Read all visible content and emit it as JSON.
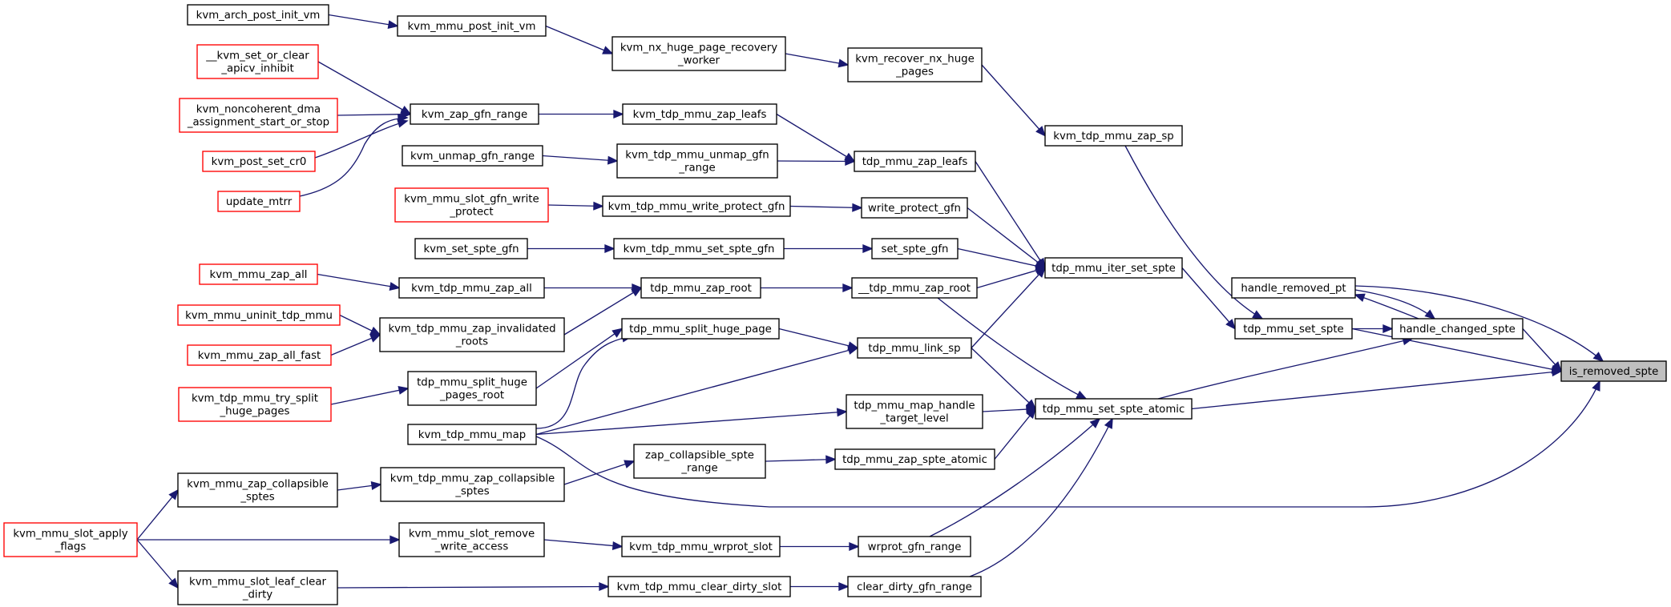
{
  "graph": {
    "colors": {
      "edge": "#191970",
      "node_border": "#000000",
      "truncated_border": "#ff0000",
      "root_fill": "#bfbfbf",
      "node_fill": "#ffffff"
    },
    "nodes": [
      {
        "id": "n0",
        "lines": [
          "kvm_arch_post_init_vm"
        ],
        "style": "normal"
      },
      {
        "id": "n1",
        "lines": [
          "kvm_mmu_post_init_vm"
        ],
        "style": "normal"
      },
      {
        "id": "n2",
        "lines": [
          "kvm_nx_huge_page_recovery",
          "_worker"
        ],
        "style": "normal"
      },
      {
        "id": "n3",
        "lines": [
          "kvm_recover_nx_huge",
          "_pages"
        ],
        "style": "normal"
      },
      {
        "id": "n4",
        "lines": [
          "__kvm_set_or_clear",
          "_apicv_inhibit"
        ],
        "style": "truncated"
      },
      {
        "id": "n5",
        "lines": [
          "kvm_noncoherent_dma",
          "_assignment_start_or_stop"
        ],
        "style": "truncated"
      },
      {
        "id": "n6",
        "lines": [
          "kvm_post_set_cr0"
        ],
        "style": "truncated"
      },
      {
        "id": "n7",
        "lines": [
          "update_mtrr"
        ],
        "style": "truncated"
      },
      {
        "id": "n8",
        "lines": [
          "kvm_zap_gfn_range"
        ],
        "style": "normal"
      },
      {
        "id": "n9",
        "lines": [
          "kvm_tdp_mmu_zap_leafs"
        ],
        "style": "normal"
      },
      {
        "id": "n10",
        "lines": [
          "kvm_unmap_gfn_range"
        ],
        "style": "normal"
      },
      {
        "id": "n11",
        "lines": [
          "kvm_tdp_mmu_unmap_gfn",
          "_range"
        ],
        "style": "normal"
      },
      {
        "id": "n12",
        "lines": [
          "tdp_mmu_zap_leafs"
        ],
        "style": "normal"
      },
      {
        "id": "n13",
        "lines": [
          "kvm_tdp_mmu_zap_sp"
        ],
        "style": "normal"
      },
      {
        "id": "n14",
        "lines": [
          "kvm_mmu_slot_gfn_write",
          "_protect"
        ],
        "style": "truncated"
      },
      {
        "id": "n15",
        "lines": [
          "kvm_tdp_mmu_write_protect_gfn"
        ],
        "style": "normal"
      },
      {
        "id": "n16",
        "lines": [
          "write_protect_gfn"
        ],
        "style": "normal"
      },
      {
        "id": "n17",
        "lines": [
          "kvm_set_spte_gfn"
        ],
        "style": "normal"
      },
      {
        "id": "n18",
        "lines": [
          "kvm_tdp_mmu_set_spte_gfn"
        ],
        "style": "normal"
      },
      {
        "id": "n19",
        "lines": [
          "set_spte_gfn"
        ],
        "style": "normal"
      },
      {
        "id": "n20",
        "lines": [
          "tdp_mmu_iter_set_spte"
        ],
        "style": "normal"
      },
      {
        "id": "n21",
        "lines": [
          "kvm_mmu_zap_all"
        ],
        "style": "truncated"
      },
      {
        "id": "n22",
        "lines": [
          "kvm_tdp_mmu_zap_all"
        ],
        "style": "normal"
      },
      {
        "id": "n23",
        "lines": [
          "tdp_mmu_zap_root"
        ],
        "style": "normal"
      },
      {
        "id": "n24",
        "lines": [
          "__tdp_mmu_zap_root"
        ],
        "style": "normal"
      },
      {
        "id": "n25",
        "lines": [
          "handle_removed_pt"
        ],
        "style": "normal"
      },
      {
        "id": "n26",
        "lines": [
          "kvm_mmu_uninit_tdp_mmu"
        ],
        "style": "truncated"
      },
      {
        "id": "n27",
        "lines": [
          "kvm_tdp_mmu_zap_invalidated",
          "_roots"
        ],
        "style": "normal"
      },
      {
        "id": "n28",
        "lines": [
          "kvm_mmu_zap_all_fast"
        ],
        "style": "truncated"
      },
      {
        "id": "n29",
        "lines": [
          "tdp_mmu_split_huge_page"
        ],
        "style": "normal"
      },
      {
        "id": "n30",
        "lines": [
          "tdp_mmu_link_sp"
        ],
        "style": "normal"
      },
      {
        "id": "n31",
        "lines": [
          "tdp_mmu_set_spte"
        ],
        "style": "normal"
      },
      {
        "id": "n32",
        "lines": [
          "handle_changed_spte"
        ],
        "style": "normal"
      },
      {
        "id": "n33",
        "lines": [
          "is_removed_spte"
        ],
        "style": "root"
      },
      {
        "id": "n34",
        "lines": [
          "tdp_mmu_split_huge",
          "_pages_root"
        ],
        "style": "normal"
      },
      {
        "id": "n35",
        "lines": [
          "kvm_tdp_mmu_try_split",
          "_huge_pages"
        ],
        "style": "truncated"
      },
      {
        "id": "n36",
        "lines": [
          "tdp_mmu_map_handle",
          "_target_level"
        ],
        "style": "normal"
      },
      {
        "id": "n37",
        "lines": [
          "tdp_mmu_set_spte_atomic"
        ],
        "style": "normal"
      },
      {
        "id": "n38",
        "lines": [
          "kvm_tdp_mmu_map"
        ],
        "style": "normal"
      },
      {
        "id": "n39",
        "lines": [
          "zap_collapsible_spte",
          "_range"
        ],
        "style": "normal"
      },
      {
        "id": "n40",
        "lines": [
          "tdp_mmu_zap_spte_atomic"
        ],
        "style": "normal"
      },
      {
        "id": "n41",
        "lines": [
          "kvm_mmu_zap_collapsible",
          "_sptes"
        ],
        "style": "normal"
      },
      {
        "id": "n42",
        "lines": [
          "kvm_tdp_mmu_zap_collapsible",
          "_sptes"
        ],
        "style": "normal"
      },
      {
        "id": "n43",
        "lines": [
          "kvm_mmu_slot_apply",
          "_flags"
        ],
        "style": "truncated"
      },
      {
        "id": "n44",
        "lines": [
          "kvm_mmu_slot_remove",
          "_write_access"
        ],
        "style": "normal"
      },
      {
        "id": "n45",
        "lines": [
          "kvm_tdp_mmu_wrprot_slot"
        ],
        "style": "normal"
      },
      {
        "id": "n46",
        "lines": [
          "wrprot_gfn_range"
        ],
        "style": "normal"
      },
      {
        "id": "n47",
        "lines": [
          "kvm_mmu_slot_leaf_clear",
          "_dirty"
        ],
        "style": "normal"
      },
      {
        "id": "n48",
        "lines": [
          "kvm_tdp_mmu_clear_dirty_slot"
        ],
        "style": "normal"
      },
      {
        "id": "n49",
        "lines": [
          "clear_dirty_gfn_range"
        ],
        "style": "normal"
      }
    ],
    "edges": [
      [
        "n0",
        "n1"
      ],
      [
        "n1",
        "n2"
      ],
      [
        "n2",
        "n3"
      ],
      [
        "n3",
        "n13"
      ],
      [
        "n4",
        "n8"
      ],
      [
        "n5",
        "n8"
      ],
      [
        "n6",
        "n8"
      ],
      [
        "n7",
        "n8"
      ],
      [
        "n8",
        "n9"
      ],
      [
        "n9",
        "n12"
      ],
      [
        "n10",
        "n11"
      ],
      [
        "n11",
        "n12"
      ],
      [
        "n12",
        "n20"
      ],
      [
        "n13",
        "n31"
      ],
      [
        "n14",
        "n15"
      ],
      [
        "n15",
        "n16"
      ],
      [
        "n16",
        "n20"
      ],
      [
        "n17",
        "n18"
      ],
      [
        "n18",
        "n19"
      ],
      [
        "n19",
        "n20"
      ],
      [
        "n20",
        "n31"
      ],
      [
        "n21",
        "n22"
      ],
      [
        "n22",
        "n23"
      ],
      [
        "n27",
        "n23"
      ],
      [
        "n23",
        "n24"
      ],
      [
        "n24",
        "n20"
      ],
      [
        "n24",
        "n37"
      ],
      [
        "n26",
        "n27"
      ],
      [
        "n28",
        "n27"
      ],
      [
        "n29",
        "n30"
      ],
      [
        "n34",
        "n29"
      ],
      [
        "n38",
        "n29"
      ],
      [
        "n35",
        "n34"
      ],
      [
        "n30",
        "n20"
      ],
      [
        "n30",
        "n37"
      ],
      [
        "n38",
        "n30"
      ],
      [
        "n31",
        "n32"
      ],
      [
        "n31",
        "n33"
      ],
      [
        "n32",
        "n25"
      ],
      [
        "n25",
        "n32"
      ],
      [
        "n32",
        "n33"
      ],
      [
        "n25",
        "n33"
      ],
      [
        "n37",
        "n32"
      ],
      [
        "n37",
        "n33"
      ],
      [
        "n36",
        "n37"
      ],
      [
        "n38",
        "n36"
      ],
      [
        "n38",
        "n33"
      ],
      [
        "n39",
        "n40"
      ],
      [
        "n40",
        "n37"
      ],
      [
        "n42",
        "n39"
      ],
      [
        "n41",
        "n42"
      ],
      [
        "n43",
        "n41"
      ],
      [
        "n43",
        "n44"
      ],
      [
        "n44",
        "n45"
      ],
      [
        "n45",
        "n46"
      ],
      [
        "n46",
        "n37"
      ],
      [
        "n43",
        "n47"
      ],
      [
        "n47",
        "n48"
      ],
      [
        "n48",
        "n49"
      ],
      [
        "n49",
        "n37"
      ]
    ]
  }
}
